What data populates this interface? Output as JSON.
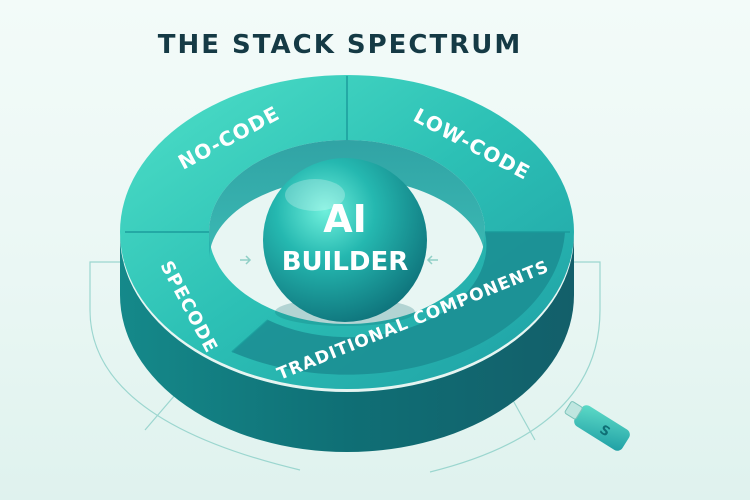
{
  "title": "THE STACK SPECTRUM",
  "core": {
    "line1": "AI",
    "line2": "BUILDER"
  },
  "segments": {
    "no_code": "NO-CODE",
    "low_code": "LOW-CODE",
    "specode": "SPECODE",
    "traditional": "TRADITIONAL COMPONENTS"
  },
  "usb_symbol": "S",
  "colors": {
    "ring_top_light": "#42d8c4",
    "ring_top_dark": "#1aa6a6",
    "ring_side": "#127c82",
    "title": "#153a45"
  }
}
